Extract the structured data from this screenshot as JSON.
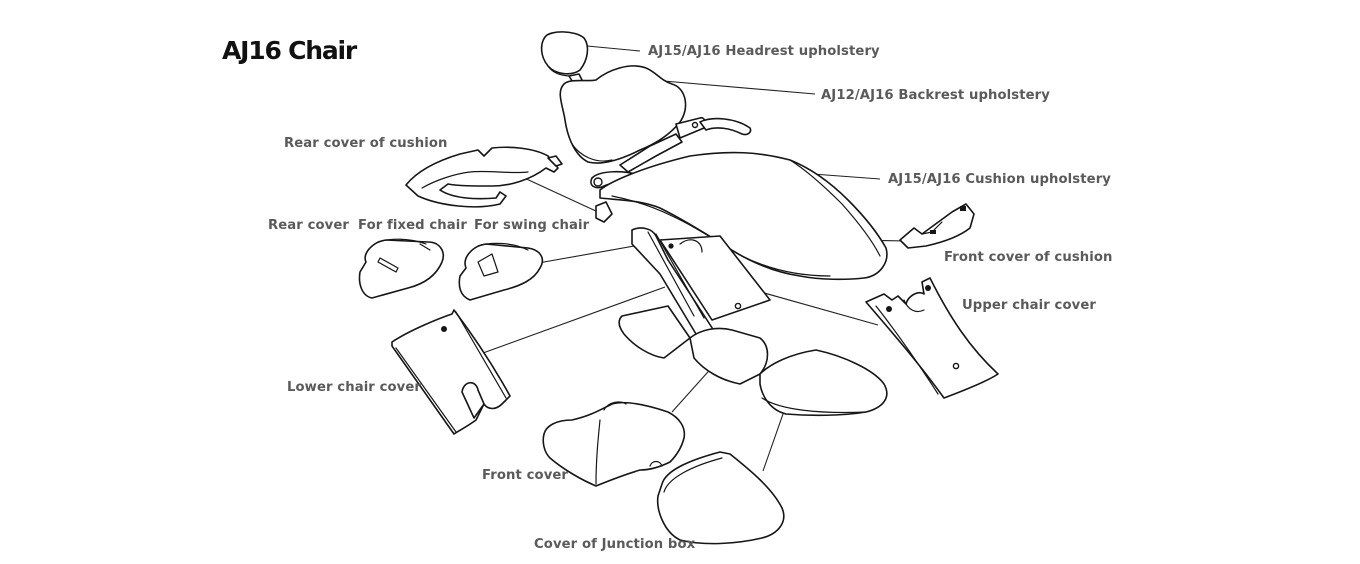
{
  "title": "AJ16 Chair",
  "labels": {
    "headrest": "AJ15/AJ16 Headrest upholstery",
    "backrest": "AJ12/AJ16 Backrest upholstery",
    "rear_cover_cushion": "Rear cover of cushion",
    "cushion": "AJ15/AJ16 Cushion upholstery",
    "rear_cover": "Rear cover",
    "fixed_chair": "For fixed chair",
    "swing_chair": "For swing chair",
    "front_cover_cushion": "Front cover of cushion",
    "upper_chair_cover": "Upper chair cover",
    "lower_chair_cover": "Lower chair cover",
    "front_cover": "Front cover",
    "junction_box": "Cover of Junction box"
  },
  "colors": {
    "line": "#161616",
    "label_text": "#5a5a5a",
    "title_text": "#111111",
    "background": "#ffffff"
  }
}
